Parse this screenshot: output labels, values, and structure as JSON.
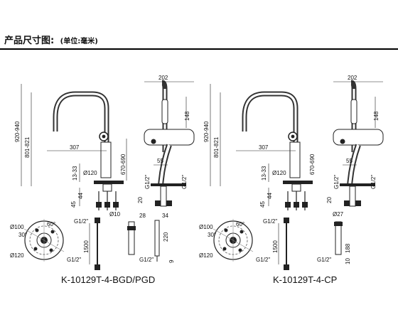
{
  "header": {
    "title": "产品尺寸图:",
    "unit": "(单位:毫米)"
  },
  "variants": [
    {
      "model": "K-10129T-4-BGD/PGD",
      "dims": {
        "width_top": "202",
        "overall_height": "920-940",
        "spout_height": "801-821",
        "reach": "307",
        "handle_height": "148",
        "body_height": "670-690",
        "base_thickness": "13-33",
        "inlet_pitch": "55",
        "base_dia": "Ø120",
        "connector_a": "45",
        "connector_b": "44",
        "tail_dia": "Ø10",
        "inlet_height": "20",
        "thread_a": "G1/2\"",
        "thread_b": "G1/2\"",
        "dia_100": "Ø100",
        "angle_30": "30°",
        "angle_60": "60°",
        "dia_120b": "Ø120",
        "hose_thread_top": "G1/2\"",
        "hose_length": "1500",
        "hose_thread_bottom": "G1/2\"",
        "spray_dia": "28",
        "spray_width": "34",
        "spray_length": "220",
        "spray_thread": "G1/2\"",
        "spray_tip": "9"
      }
    },
    {
      "model": "K-10129T-4-CP",
      "dims": {
        "width_top": "202",
        "overall_height": "920-940",
        "spout_height": "801-821",
        "reach": "307",
        "handle_height": "148",
        "body_height": "670-690",
        "base_thickness": "13-33",
        "inlet_pitch": "55",
        "base_dia": "Ø120",
        "connector_a": "45",
        "connector_b": "44",
        "tail_dia": "Ø27",
        "inlet_height": "20",
        "thread_a": "G1/2\"",
        "thread_b": "G1/2\"",
        "dia_100": "Ø100",
        "angle_30": "30°",
        "angle_60": "60°",
        "dia_120b": "Ø120",
        "hose_thread_top": "G1/2\"",
        "hose_length": "1500",
        "hose_thread_bottom": "G1/2\"",
        "spray_length": "188",
        "spray_thread": "G1/2\"",
        "spray_tip": "10"
      }
    }
  ]
}
